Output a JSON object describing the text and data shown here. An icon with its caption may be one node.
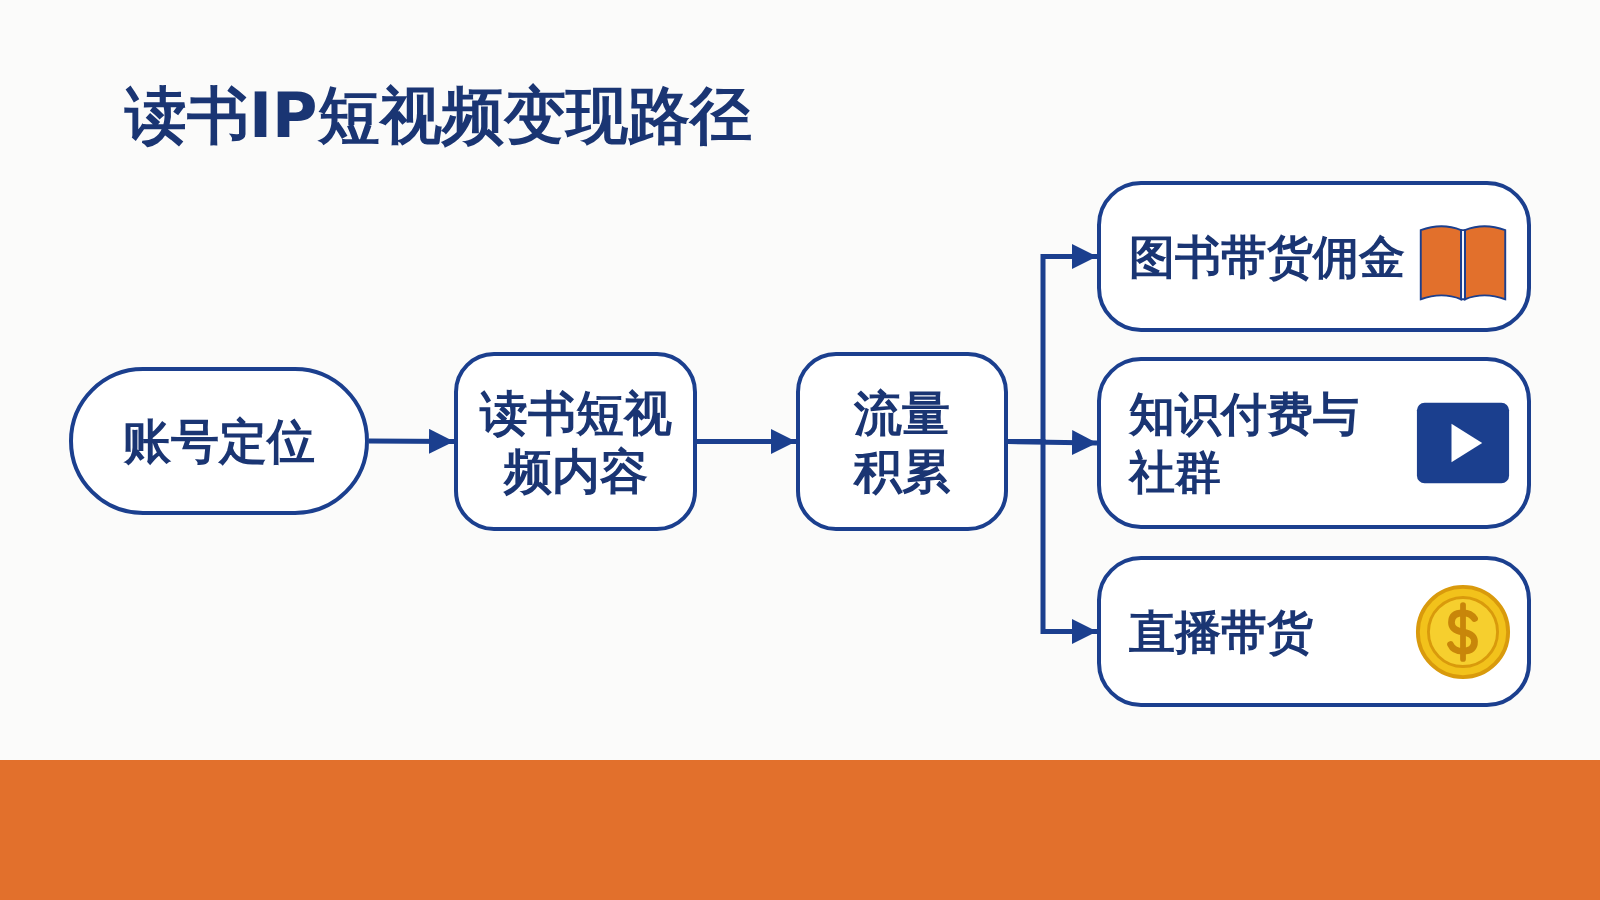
{
  "diagram": {
    "title": "读书IP短视频变现路径",
    "nodes": [
      {
        "text": [
          "账号定位"
        ]
      },
      {
        "text": [
          "读书短视频内容"
        ]
      },
      {
        "text": [
          "流量积累"
        ]
      },
      {
        "text": [
          "图书带货佣金"
        ]
      },
      {
        "text": [
          "知识付费与社群"
        ]
      },
      {
        "text": [
          "直播带货"
        ]
      }
    ],
    "edges": [
      {
        "from": 0,
        "to": 1,
        "arrow": "to"
      },
      {
        "from": 1,
        "to": 2,
        "arrow": "to"
      },
      {
        "from": 2,
        "to": 3,
        "arrow": "to"
      },
      {
        "from": 2,
        "to": 4,
        "arrow": "to"
      },
      {
        "from": 2,
        "to": 5,
        "arrow": "to"
      }
    ]
  }
}
